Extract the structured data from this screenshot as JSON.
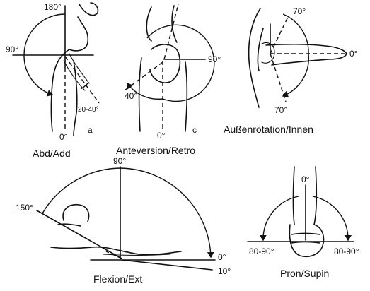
{
  "panels": {
    "abd": {
      "caption": "Abd/Add",
      "letter": "a",
      "top_angle": "180°",
      "side_angle": "90°",
      "bottom_angle": "0°",
      "range_angle": "20-40°"
    },
    "ante": {
      "caption": "Anteversion/Retro",
      "letter": "c",
      "side_angle": "90°",
      "back_angle": "40°",
      "bottom_angle": "0°"
    },
    "rot": {
      "caption": "Außenrotation/Innen",
      "top_angle": "70°",
      "bottom_angle": "70°",
      "side_angle": "0°"
    },
    "flex": {
      "caption": "Flexion/Ext",
      "top_angle": "90°",
      "left_angle": "150°",
      "right_angle": "0°",
      "low_angle": "10°"
    },
    "pron": {
      "caption": "Pron/Supin",
      "top_angle": "0°",
      "left_angle": "80-90°",
      "right_angle": "80-90°"
    }
  },
  "icons": [
    "arrow-icon"
  ]
}
